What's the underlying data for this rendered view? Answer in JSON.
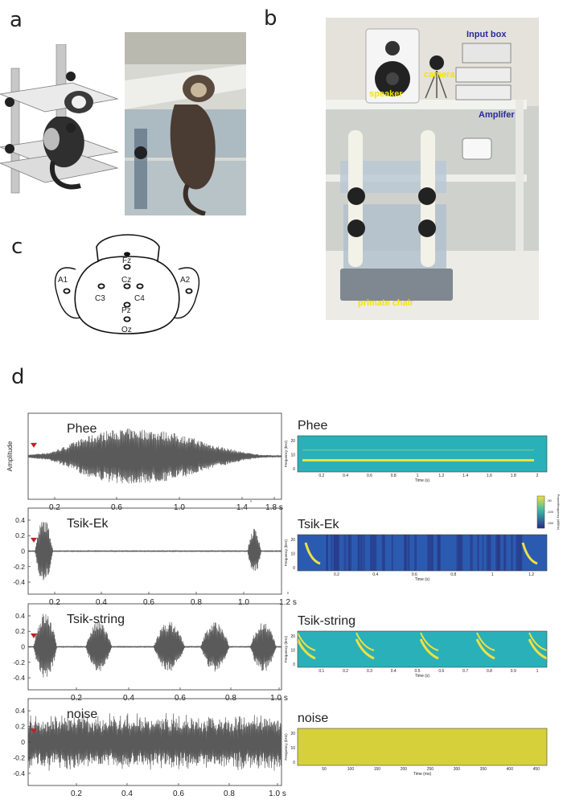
{
  "panel_labels": {
    "a": "a",
    "b": "b",
    "c": "c",
    "d": "d"
  },
  "photo_b": {
    "speaker": "speaker",
    "camera": "camera",
    "input_box": "Input box",
    "amplifier": "Amplifer",
    "primate_chair": "primate chair",
    "label_color": "#f2e600",
    "label_blue": "#2a2a9a"
  },
  "electrode_map": {
    "electrodes": [
      "Fz",
      "Cz",
      "C3",
      "C4",
      "Pz",
      "Oz",
      "A1",
      "A2"
    ]
  },
  "waveforms": [
    {
      "name": "Phee",
      "ylabel": "Amplitude",
      "ytick_labels": [],
      "xtick_labels": [
        "0.2",
        "0.6",
        "1.0",
        "1.4",
        "1.8 s"
      ],
      "stray_mark": "'"
    },
    {
      "name": "Tsik-Ek",
      "ytick_labels": [
        "0.4",
        "0.2",
        "0",
        "-0.2",
        "-0.4"
      ],
      "xtick_labels": [
        "0.2",
        "0.4",
        "0.6",
        "0.8",
        "1.0",
        "1.2 s"
      ]
    },
    {
      "name": "Tsik-string",
      "ytick_labels": [
        "0.4",
        "0.2",
        "0",
        "-0.2",
        "-0.4"
      ],
      "xtick_labels": [
        "0.2",
        "0.4",
        "0.6",
        "0.8",
        "1.0 s"
      ]
    },
    {
      "name": "noise",
      "ytick_labels": [
        "0.4",
        "0.2",
        "0",
        "-0.2",
        "-0.4"
      ],
      "xtick_labels": [
        "0.2",
        "0.4",
        "0.6",
        "0.8",
        "1.0 s"
      ]
    }
  ],
  "spectrograms": [
    {
      "name": "Phee",
      "ylabel": "Frequency (kHz)",
      "xlabel": "Time (s)",
      "yticks": [
        "20",
        "10",
        "0"
      ],
      "xticks": [
        "0.2",
        "0.4",
        "0.6",
        "0.8",
        "1",
        "1.2",
        "1.4",
        "1.6",
        "1.8",
        "2"
      ]
    },
    {
      "name": "Tsik-Ek",
      "ylabel": "Frequency (kHz)",
      "xlabel": "Time (s)",
      "yticks": [
        "20",
        "10",
        "0"
      ],
      "xticks": [
        "0.2",
        "0.4",
        "0.6",
        "0.8",
        "1",
        "1.2"
      ]
    },
    {
      "name": "Tsik-string",
      "ylabel": "Frequency (kHz)",
      "xlabel": "Time (s)",
      "yticks": [
        "20",
        "10",
        "0"
      ],
      "xticks": [
        "0.1",
        "0.2",
        "0.3",
        "0.4",
        "0.5",
        "0.6",
        "0.7",
        "0.8",
        "0.9",
        "1"
      ]
    },
    {
      "name": "noise",
      "ylabel": "Frequency (kHz)",
      "xlabel": "Time (ms)",
      "yticks": [
        "20",
        "10",
        "0"
      ],
      "xticks": [
        "50",
        "100",
        "150",
        "200",
        "250",
        "300",
        "350",
        "400",
        "450"
      ]
    }
  ],
  "colorbar": {
    "label": "Power/frequency (dB/Hz)",
    "ticks": [
      "-50",
      "-100",
      "-150"
    ]
  },
  "colors": {
    "waveform": "#5a5a5a",
    "marker": "#c0202a",
    "spec_bg": "#2ab0b8",
    "spec_dark": "#2a3a8a",
    "spec_yellow": "#f0e040"
  },
  "chart_data": [
    {
      "type": "line",
      "name": "Phee",
      "xlim": [
        0.05,
        1.85
      ],
      "ylim": [
        -0.5,
        0.5
      ],
      "envelope": [
        [
          0.05,
          0.02
        ],
        [
          0.2,
          0.05
        ],
        [
          0.3,
          0.12
        ],
        [
          0.45,
          0.25
        ],
        [
          0.6,
          0.33
        ],
        [
          0.75,
          0.36
        ],
        [
          0.9,
          0.35
        ],
        [
          1.05,
          0.32
        ],
        [
          1.2,
          0.25
        ],
        [
          1.35,
          0.16
        ],
        [
          1.5,
          0.09
        ],
        [
          1.6,
          0.05
        ],
        [
          1.7,
          0.02
        ],
        [
          1.85,
          0.01
        ]
      ]
    },
    {
      "type": "line",
      "name": "Tsik-Ek",
      "xlim": [
        0.1,
        1.22
      ],
      "ylim": [
        -0.5,
        0.5
      ],
      "bursts": [
        [
          0.13,
          0.21,
          0.42
        ],
        [
          1.07,
          1.13,
          0.3
        ]
      ]
    },
    {
      "type": "line",
      "name": "Tsik-string",
      "xlim": [
        0.08,
        1.05
      ],
      "ylim": [
        -0.5,
        0.5
      ],
      "bursts": [
        [
          0.1,
          0.19,
          0.45
        ],
        [
          0.3,
          0.4,
          0.33
        ],
        [
          0.56,
          0.68,
          0.33
        ],
        [
          0.74,
          0.85,
          0.33
        ],
        [
          0.93,
          1.03,
          0.33
        ]
      ]
    },
    {
      "type": "line",
      "name": "noise",
      "xlim": [
        0.05,
        1.05
      ],
      "ylim": [
        -0.5,
        0.5
      ],
      "amplitude": 0.38
    }
  ]
}
